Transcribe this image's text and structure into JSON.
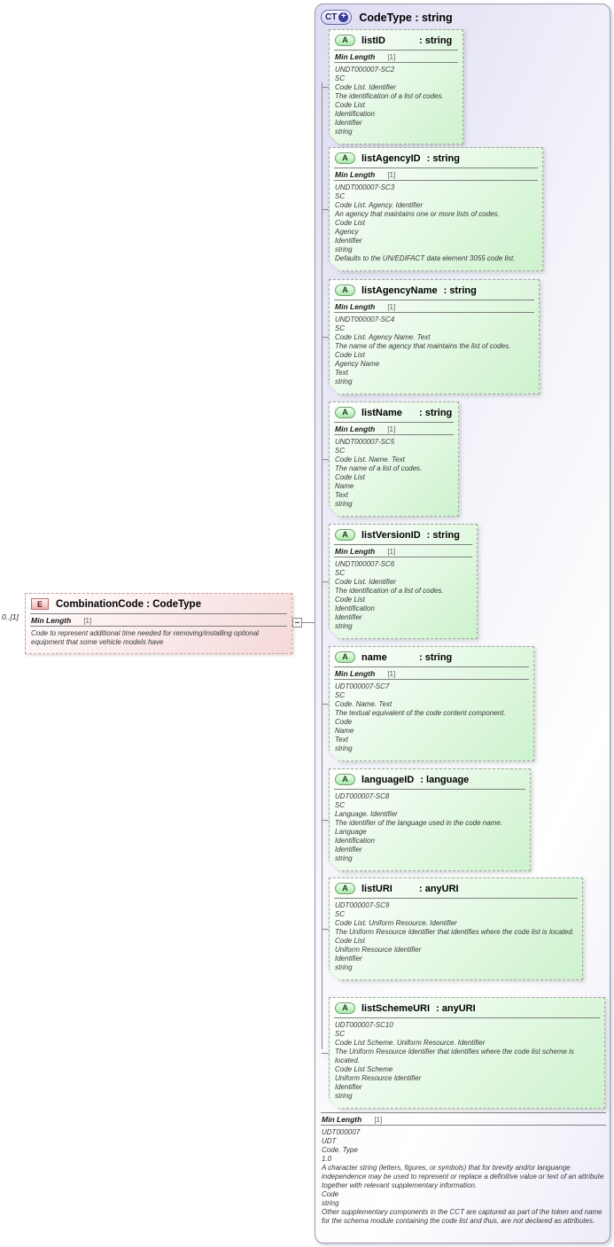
{
  "element": {
    "badge": "E",
    "cardinality": "0..[1]",
    "title": "CombinationCode : CodeType",
    "facet": {
      "label": "Min Length",
      "value": "[1]"
    },
    "annotation": "Code to represent additional time needed for removing/installing optional equipment that some vehicle models have"
  },
  "complex_type": {
    "badge": "CT",
    "expand_icon": "+",
    "title": "CodeType : string",
    "facet": {
      "label": "Min Length",
      "value": "[1]"
    },
    "rows": [
      "UDT000007",
      "UDT",
      "Code. Type",
      "1.0",
      "A character string (letters, figures, or symbols) that for brevity and/or languange independence may be used to represent or replace a definitive value or text of an attribute together with relevant supplementary information.",
      "Code",
      "string",
      "Other supplementary components in the CCT are captured as part of the token and name for the schema module containing the code list and thus, are not declared as attributes."
    ],
    "attributes": [
      {
        "badge": "A",
        "name": "listID",
        "type": ": string",
        "facet": {
          "label": "Min Length",
          "value": "[1]"
        },
        "rows": [
          "UNDT000007-SC2",
          "SC",
          "Code List. Identifier",
          "The identification of a list of codes.",
          "Code List",
          "Identification",
          "Identifier",
          "string"
        ]
      },
      {
        "badge": "A",
        "name": "listAgencyID",
        "type": ": string",
        "facet": {
          "label": "Min Length",
          "value": "[1]"
        },
        "rows": [
          "UNDT000007-SC3",
          "SC",
          "Code List. Agency. Identifier",
          "An agency that maintains one or more lists of codes.",
          "Code List",
          "Agency",
          "Identifier",
          "string",
          "Defaults to the UN/EDIFACT data element 3055 code list."
        ]
      },
      {
        "badge": "A",
        "name": "listAgencyName",
        "type": ": string",
        "facet": {
          "label": "Min Length",
          "value": "[1]"
        },
        "rows": [
          "UNDT000007-SC4",
          "SC",
          "Code List. Agency Name. Text",
          "The name of the agency that maintains the list of codes.",
          "Code List",
          "Agency Name",
          "Text",
          "string"
        ]
      },
      {
        "badge": "A",
        "name": "listName",
        "type": ": string",
        "facet": {
          "label": "Min Length",
          "value": "[1]"
        },
        "rows": [
          "UNDT000007-SC5",
          "SC",
          "Code List. Name. Text",
          "The name of a list of codes.",
          "Code List",
          "Name",
          "Text",
          "string"
        ]
      },
      {
        "badge": "A",
        "name": "listVersionID",
        "type": ": string",
        "facet": {
          "label": "Min Length",
          "value": "[1]"
        },
        "rows": [
          "UNDT000007-SC6",
          "SC",
          "Code List. Identifier",
          "The identification of a list of codes.",
          "Code List",
          "Identification",
          "Identifier",
          "string"
        ]
      },
      {
        "badge": "A",
        "name": "name",
        "type": ": string",
        "facet": {
          "label": "Min Length",
          "value": "[1]"
        },
        "rows": [
          "UDT000007-SC7",
          "SC",
          "Code. Name. Text",
          "The textual equivalent of the code content component.",
          "Code",
          "Name",
          "Text",
          "string"
        ]
      },
      {
        "badge": "A",
        "name": "languageID",
        "type": ": language",
        "rows": [
          "UDT000007-SC8",
          "SC",
          "Language. Identifier",
          "The identifier of the language used in the code name.",
          "Language",
          "Identification",
          "Identifier",
          "string"
        ]
      },
      {
        "badge": "A",
        "name": "listURI",
        "type": ": anyURI",
        "rows": [
          "UDT000007-SC9",
          "SC",
          "Code List. Uniform Resource. Identifier",
          "The Uniform Resource Identifier that identifies where the code list is located.",
          "Code List",
          "Uniform Resource Identifier",
          "Identifier",
          "string"
        ]
      },
      {
        "badge": "A",
        "name": "listSchemeURI",
        "type": ": anyURI",
        "rows": [
          "UDT000007-SC10",
          "SC",
          "Code List Scheme. Uniform Resource. Identifier",
          "The Uniform Resource Identifier that identifies where the code list scheme is located.",
          "Code List Scheme",
          "Uniform Resource Identifier",
          "Identifier",
          "string"
        ]
      }
    ]
  }
}
